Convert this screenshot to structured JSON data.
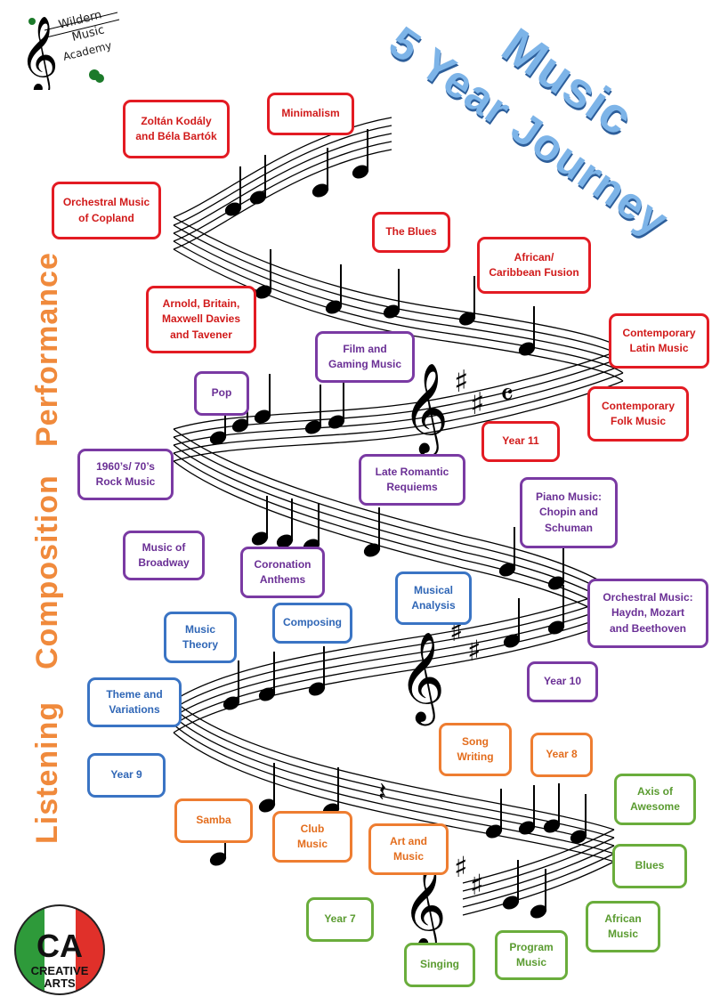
{
  "title": {
    "line1": "Music",
    "line2": "5 Year Journey"
  },
  "side_words": {
    "performance": "Performance",
    "composition": "Composition",
    "listening": "Listening"
  },
  "logos": {
    "top_left": {
      "l1": "Wildern",
      "l2": "Music",
      "l3": "Academy"
    },
    "bottom_left": {
      "ca": "CA",
      "l1": "CREATIVE",
      "l2": "ARTS"
    }
  },
  "colors": {
    "year11": "#e31b23",
    "year10": "#7a3aa3",
    "year9": "#3a74c4",
    "year8": "#ee7d31",
    "year7": "#6aad3c",
    "title": "#7db4e8",
    "side": "#f08a3c"
  },
  "topics": {
    "kodaly": "Zoltán Kodály\nand Béla Bartók",
    "minimalism": "Minimalism",
    "copland": "Orchestral Music\nof Copland",
    "blues11": "The Blues",
    "african_caribbean": "African/\nCaribbean Fusion",
    "arnold": "Arnold, Britain,\nMaxwell Davies\nand Tavener",
    "contemp_latin": "Contemporary\nLatin Music",
    "contemp_folk": "Contemporary\nFolk Music",
    "year11": "Year 11",
    "film": "Film and\nGaming Music",
    "pop": "Pop",
    "rock": "1960’s/ 70’s\nRock Music",
    "late_romantic": "Late Romantic\nRequiems",
    "piano": "Piano Music:\nChopin and\nSchuman",
    "broadway": "Music of\nBroadway",
    "coronation": "Coronation\nAnthems",
    "orch_classical": "Orchestral Music:\nHaydn, Mozart\nand Beethoven",
    "analysis": "Musical\nAnalysis",
    "theory": "Music\nTheory",
    "composing": "Composing",
    "year10": "Year 10",
    "theme": "Theme and\nVariations",
    "year9": "Year 9",
    "song_writing": "Song\nWriting",
    "year8": "Year 8",
    "samba": "Samba",
    "club": "Club\nMusic",
    "art": "Art and\nMusic",
    "axis": "Axis of\nAwesome",
    "blues7": "Blues",
    "year7": "Year 7",
    "singing": "Singing",
    "program": "Program\nMusic",
    "african7": "African\nMusic"
  }
}
